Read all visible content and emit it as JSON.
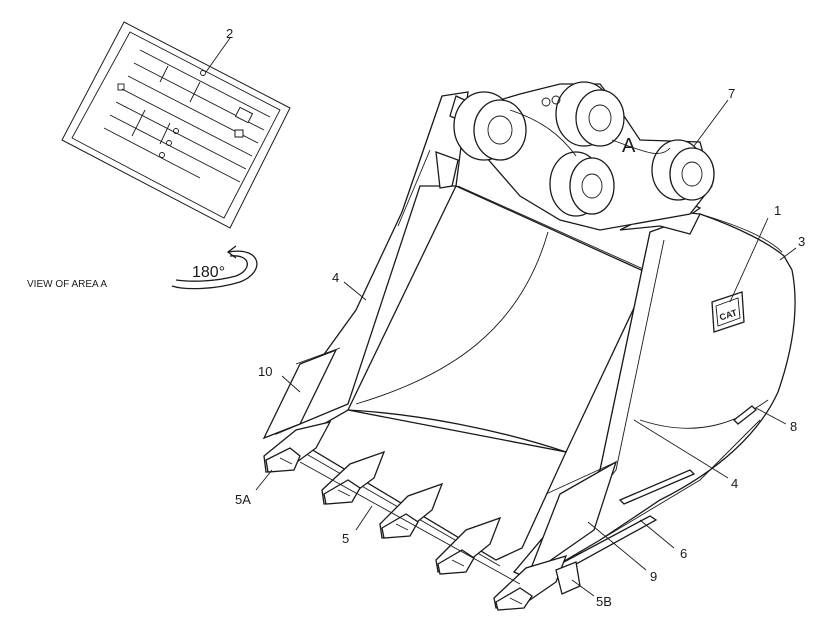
{
  "view_of_area_label": "VIEW OF AREA  A",
  "rotation_label": "180°",
  "area_marker": "A",
  "logo_text": "CAT",
  "callouts": {
    "c1": "1",
    "c2": "2",
    "c3": "3",
    "c4_upper": "4",
    "c4_lower": "4",
    "c5": "5",
    "c5a": "5A",
    "c5b": "5B",
    "c6": "6",
    "c7": "7",
    "c8": "8",
    "c9": "9",
    "c10": "10"
  }
}
